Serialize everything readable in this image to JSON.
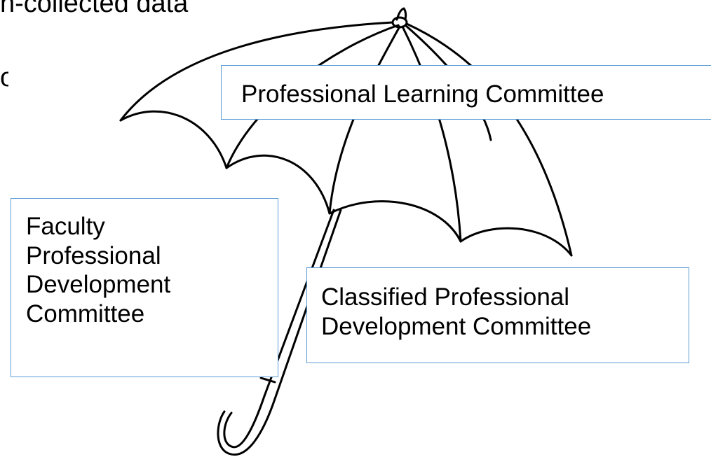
{
  "slide": {
    "top_text_fragment": "n-collected data",
    "left_edge_fragment": "o"
  },
  "diagram": {
    "central_figure": "umbrella-icon",
    "umbrella_label": "Professional Learning Committee",
    "faculty_box_lines": [
      "Faculty",
      "Professional",
      "Development",
      "Committee"
    ],
    "classified_box_lines": [
      "Classified Professional",
      "Development Committee"
    ],
    "box_border_color": "#5b9bd5",
    "line_color": "#000000"
  }
}
